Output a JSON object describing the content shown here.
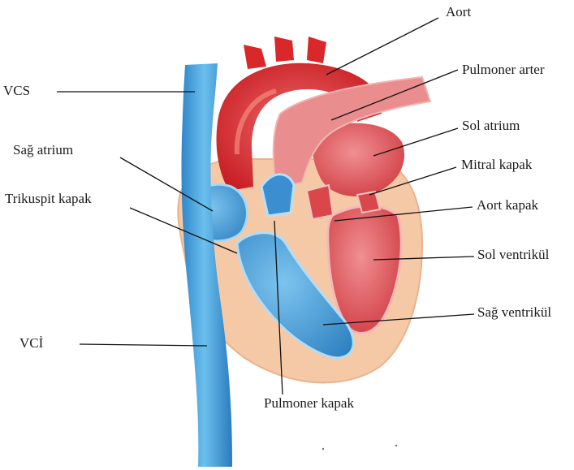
{
  "diagram": {
    "labels": {
      "aort": "Aort",
      "pulmoner_arter": "Pulmoner arter",
      "sol_atrium": "Sol atrium",
      "mitral_kapak": "Mitral kapak",
      "aort_kapak": "Aort kapak",
      "sol_ventrikul": "Sol ventrikül",
      "sag_ventrikul": "Sağ ventrikül",
      "pulmoner_kapak": "Pulmoner kapak",
      "vci": "VCİ",
      "trikuspit_kapak": "Trikuspit kapak",
      "sag_atrium": "Sağ atrium",
      "vcs": "VCS"
    },
    "colors": {
      "venous_blue": "#3f97d6",
      "arterial_red": "#d8282a",
      "pulmonary_pink": "#e98d8f",
      "muscle_peach": "#f6c9a6"
    }
  }
}
